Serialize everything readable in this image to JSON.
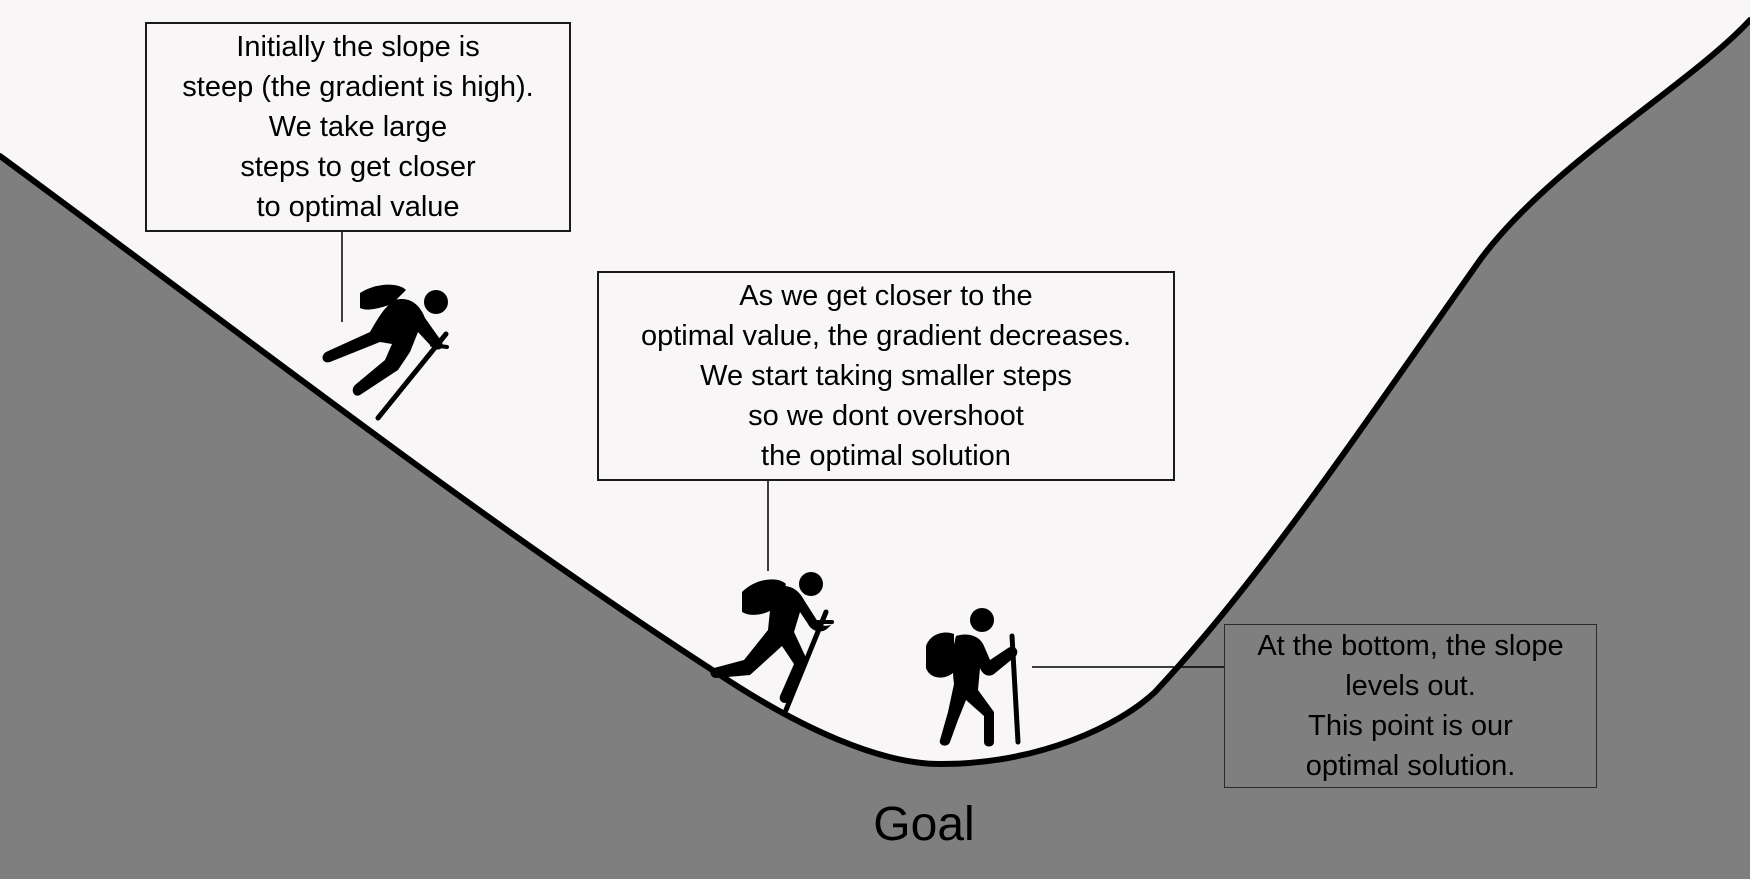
{
  "diagram": {
    "colors": {
      "background": "#f8f6f7",
      "ground": "#7f7f7f",
      "outline": "#000000",
      "figure": "#000000"
    },
    "callouts": {
      "steep": "Initially the slope is\nsteep (the gradient is high).\nWe take large\nsteps to get closer\n to optimal value",
      "closer": "As we get closer  to the\noptimal value, the gradient decreases.\nWe start taking smaller steps\nso we dont overshoot\n the optimal solution",
      "bottom": "At the bottom, the slope\nlevels out.\nThis point is our\n optimal solution."
    },
    "goal_label": "Goal",
    "icons": [
      "hiker-descending-icon",
      "hiker-descending-icon",
      "hiker-standing-icon"
    ]
  }
}
